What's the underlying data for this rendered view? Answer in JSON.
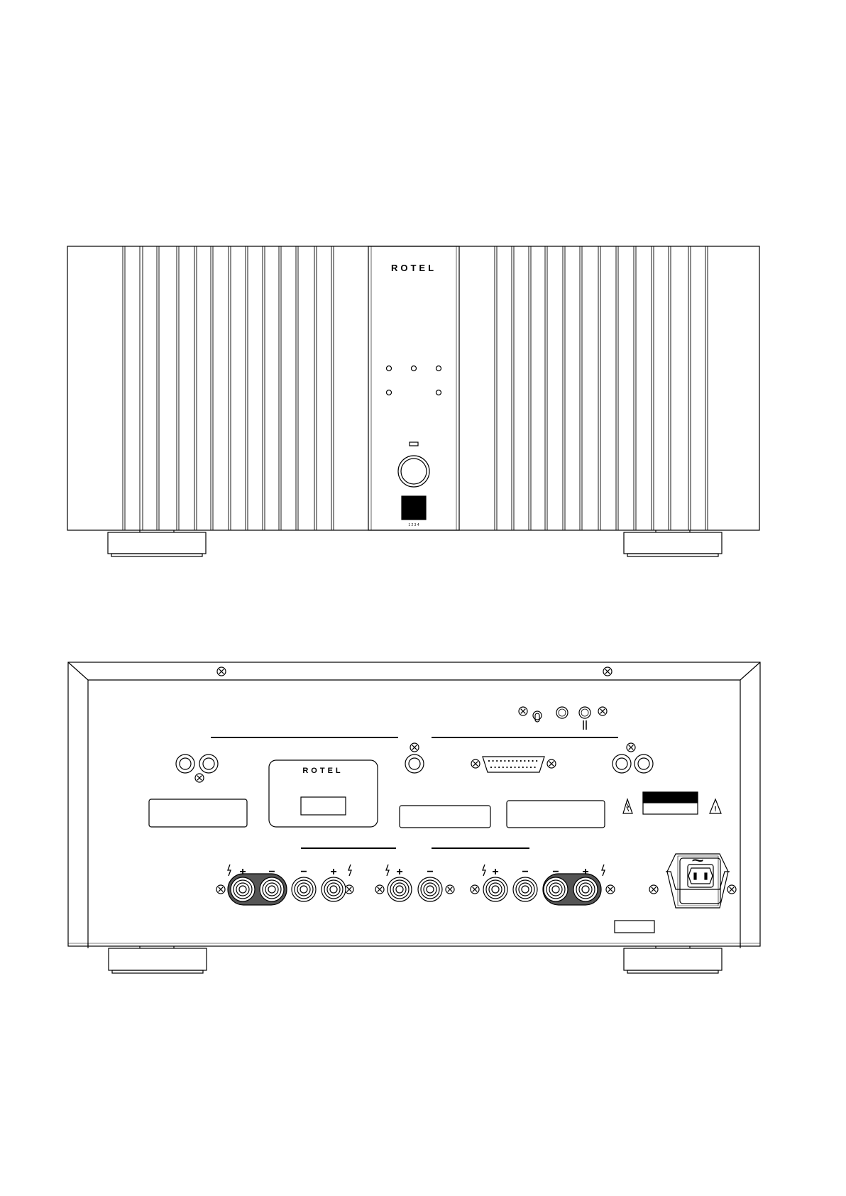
{
  "front_panel": {
    "brand": "ROTEL",
    "led_count_row1": 3,
    "led_count_row2": 2,
    "display_ticks": "1  2  3  4"
  },
  "rear_panel": {
    "brand": "ROTEL",
    "binding_post_signs": [
      "+",
      "−",
      "−",
      "+",
      "+",
      "−",
      "+",
      "−",
      "−",
      "+"
    ],
    "ac_symbol": "~"
  },
  "colors": {
    "line": "#000000",
    "background": "#ffffff",
    "fill_dark": "#555555"
  }
}
